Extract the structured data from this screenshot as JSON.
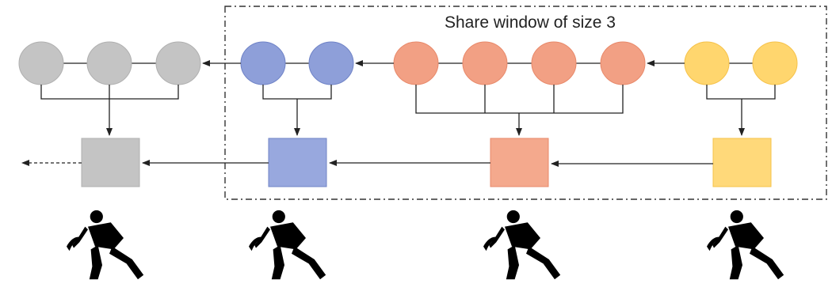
{
  "window": {
    "label": "Share window of size 3"
  },
  "colors": {
    "gray": {
      "fill": "#c4c4c4",
      "stroke": "#b0b0b0"
    },
    "blue": {
      "fill": "#8e9fd9",
      "stroke": "#6f83c7"
    },
    "orange": {
      "fill": "#f2a084",
      "stroke": "#e8896a"
    },
    "yellow": {
      "fill": "#ffd66e",
      "stroke": "#f6c24a"
    },
    "line": "#222222",
    "window_border": "#333333"
  },
  "groups": [
    {
      "id": "gray",
      "circles": 3,
      "icon": "miner-icon"
    },
    {
      "id": "blue",
      "circles": 2,
      "icon": "miner-icon"
    },
    {
      "id": "orange",
      "circles": 4,
      "icon": "miner-icon"
    },
    {
      "id": "yellow",
      "circles": 2,
      "icon": "miner-icon"
    }
  ]
}
